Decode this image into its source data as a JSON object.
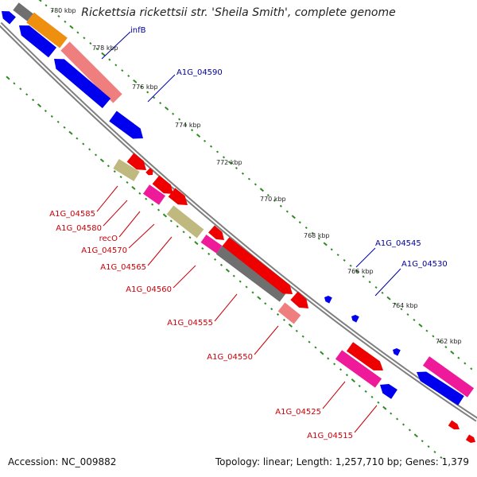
{
  "title": "Rickettsia rickettsii str. 'Sheila Smith', complete genome",
  "footer": {
    "accession": "Accession: NC_009882",
    "summary": "Topology: linear; Length: 1,257,710 bp; Genes: 1,379"
  },
  "colors": {
    "backbone": "#7f7f7f",
    "tick": "#2e8b22",
    "forward_label": "#00009c",
    "reverse_label": "#c8000a",
    "blue": "#0000ee",
    "red": "#ee0000",
    "salmon": "#ef7f7f",
    "orange": "#ef8f10",
    "magenta": "#ee1a9a",
    "khaki": "#bfb97f",
    "gray": "#6f6f6f"
  },
  "scale_labels": [
    "780 kbp",
    "778 kbp",
    "776 kbp",
    "774 kbp",
    "772 kbp",
    "770 kbp",
    "768 kbp",
    "766 kbp",
    "764 kbp",
    "762 kbp"
  ],
  "forward_genes": [
    "infB",
    "A1G_04590",
    "A1G_04545",
    "A1G_04530"
  ],
  "reverse_genes": [
    "A1G_04585",
    "A1G_04580",
    "recO",
    "A1G_04570",
    "A1G_04565",
    "A1G_04560",
    "A1G_04555",
    "A1G_04550",
    "A1G_04525",
    "A1G_04515"
  ]
}
